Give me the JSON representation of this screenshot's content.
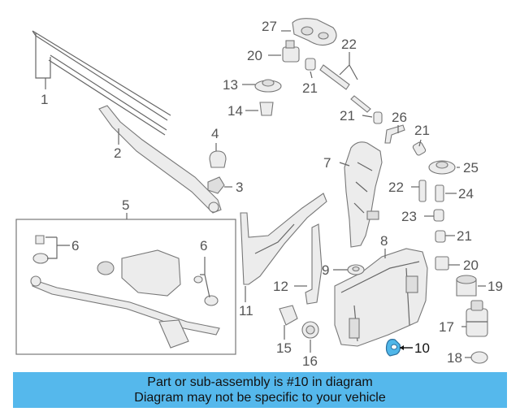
{
  "callouts": {
    "c1": "1",
    "c2": "2",
    "c3": "3",
    "c4": "4",
    "c5": "5",
    "c6a": "6",
    "c6b": "6",
    "c7": "7",
    "c8": "8",
    "c9": "9",
    "c10": "10",
    "c11": "11",
    "c12": "12",
    "c13": "13",
    "c14": "14",
    "c15": "15",
    "c16": "16",
    "c17": "17",
    "c18": "18",
    "c19": "19",
    "c20a": "20",
    "c20b": "20",
    "c21a": "21",
    "c21b": "21",
    "c21c": "21",
    "c21d": "21",
    "c22a": "22",
    "c22b": "22",
    "c23": "23",
    "c24": "24",
    "c25": "25",
    "c26": "26",
    "c27": "27"
  },
  "highlight_color": "#4fb6e8",
  "banner": {
    "line1": "Part or sub-assembly is #10 in diagram",
    "line2": "Diagram may not be specific to your vehicle",
    "color": "#55b8ec"
  }
}
